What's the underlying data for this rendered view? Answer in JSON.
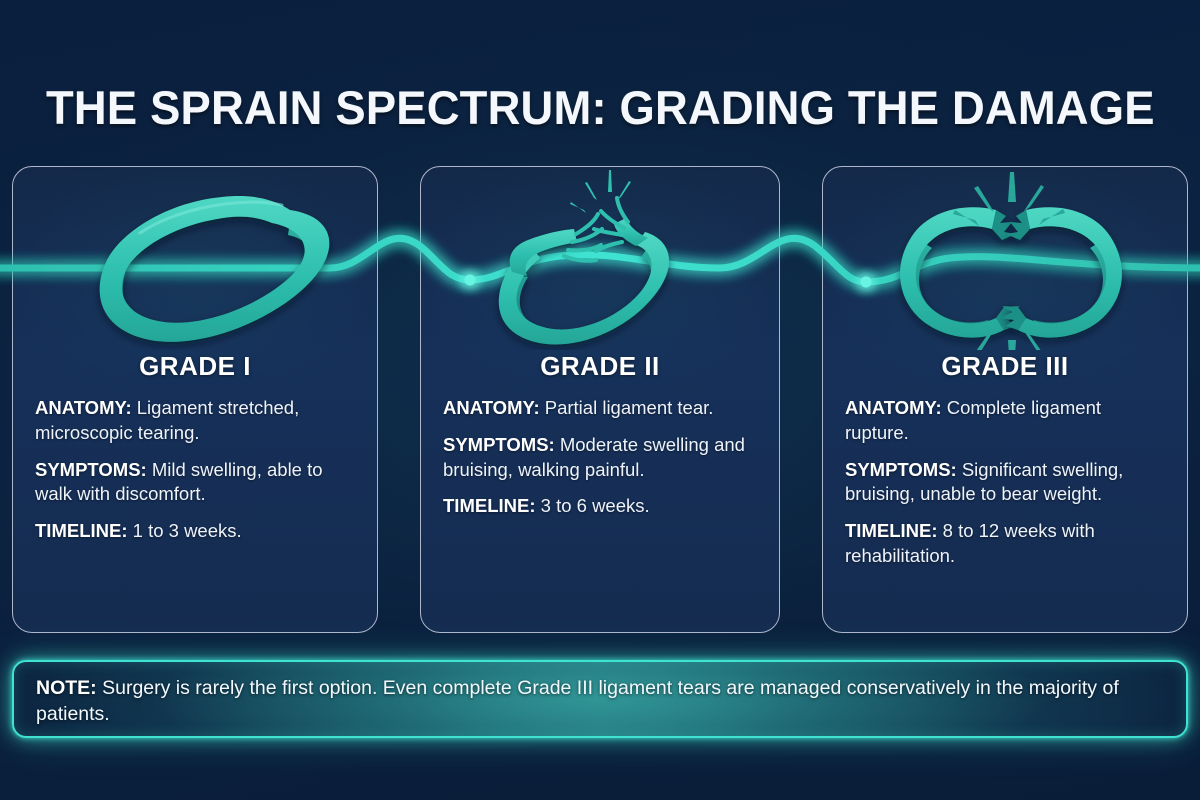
{
  "header": {
    "title": "THE SPRAIN SPECTRUM: GRADING THE DAMAGE"
  },
  "theme": {
    "page_bg": "#0a1f3d",
    "card_bg": "#16305a",
    "card_border": "#aeb6cc",
    "accent_teal": "#3fe3d2",
    "ligament_fill": "#2ebfae",
    "ligament_shade": "#1f8f86",
    "text_primary": "#eef3fa",
    "note_border": "#3fe3d2",
    "note_glow": "#2d8e8e"
  },
  "cards": [
    {
      "id": "grade-1",
      "grade_title": "GRADE I",
      "illustration": "intact-stretched-ligament-band-icon",
      "facts": [
        {
          "label": "ANATOMY:",
          "value": "Ligament stretched, microscopic tearing."
        },
        {
          "label": "SYMPTOMS:",
          "value": "Mild swelling, able to walk with discomfort."
        },
        {
          "label": "TIMELINE:",
          "value": "1 to 3 weeks."
        }
      ]
    },
    {
      "id": "grade-2",
      "grade_title": "GRADE II",
      "illustration": "partially-torn-frayed-ligament-band-icon",
      "facts": [
        {
          "label": "ANATOMY:",
          "value": "Partial ligament tear."
        },
        {
          "label": "SYMPTOMS:",
          "value": "Moderate swelling and bruising, walking painful."
        },
        {
          "label": "TIMELINE:",
          "value": "3 to 6 weeks."
        }
      ]
    },
    {
      "id": "grade-3",
      "grade_title": "GRADE III",
      "illustration": "completely-ruptured-ligament-band-icon",
      "facts": [
        {
          "label": "ANATOMY:",
          "value": "Complete ligament rupture."
        },
        {
          "label": "SYMPTOMS:",
          "value": "Significant swelling, bruising, unable to bear weight."
        },
        {
          "label": "TIMELINE:",
          "value": "8 to 12 weeks with rehabilitation."
        }
      ]
    }
  ],
  "note": {
    "label": "NOTE:",
    "value": "Surgery is rarely the first option. Even complete Grade III ligament tears are managed conservatively in the majority of patients."
  }
}
